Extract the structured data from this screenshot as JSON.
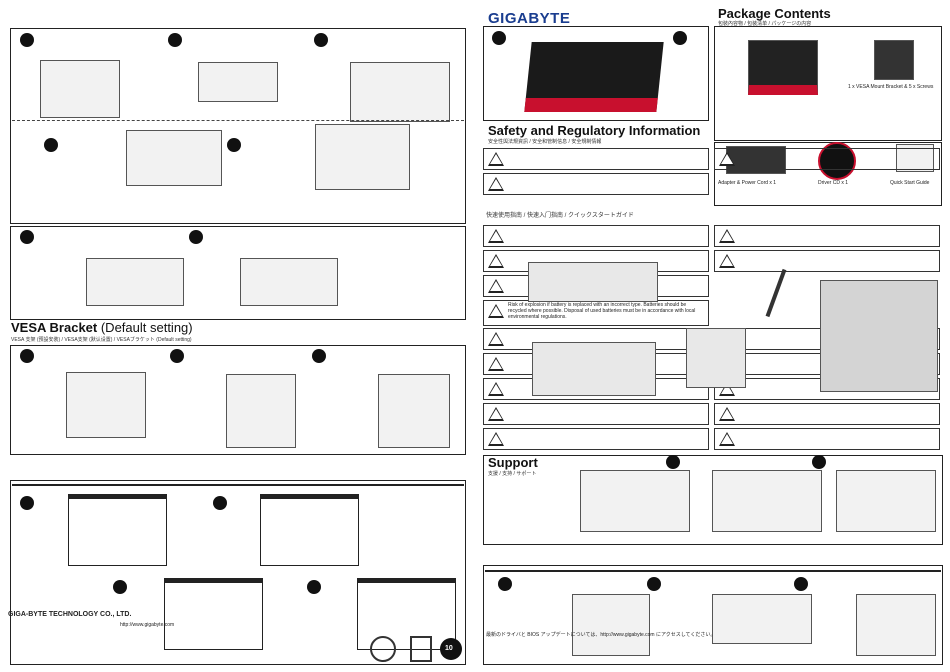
{
  "brand": {
    "logo": "GIGABYTE",
    "company": "GIGA-BYTE TECHNOLOGY CO., LTD.",
    "url": "http://www.gigabyte.com",
    "page_badge": "10"
  },
  "sections": {
    "vesa": {
      "title_bold": "VESA Bracket",
      "title_light": " (Default setting)",
      "subtitle": "VESA 支架 (預設安裝) / VESA支架 (默认设置) / VESAブラケット (Default setting)"
    },
    "package": {
      "title": "Package Contents",
      "subtitle": "包裝內容物 / 包装清单 / パッケージの内容",
      "vesa_item": "1 x VESA Mount Bracket & 5 x Screws",
      "adapter": "Adapter & Power Cord x 1",
      "driver_cd": "Driver CD x 1",
      "qsg": "Quick Start Guide"
    },
    "safety": {
      "title": "Safety and Regulatory Information",
      "subtitle": "安全性與法規資訊 / 安全和管制信息 / 安全規制情報",
      "battery": "Risk of explosion if battery is replaced with an incorrect type. Batteries should be recycled where possible. Disposal of used batteries must be in accordance with local environmental regulations.",
      "quick": "快速使用指南 / 快速入门指南 / クイックスタートガイド"
    },
    "support": {
      "title": "Support",
      "subtitle": "支援 / 支持 / サポート",
      "driver_note": "最新のドライバと BIOS アップデートについては、http://www.gigabyte.com にアクセスしてください。"
    }
  }
}
